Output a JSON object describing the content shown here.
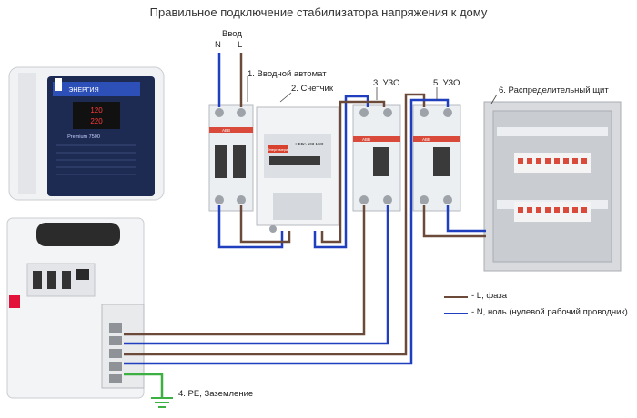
{
  "title": "Правильное подключение стабилизатора напряжения к дому",
  "input": {
    "label": "Ввод",
    "n": "N",
    "l": "L"
  },
  "labels": {
    "breaker": "1. Вводной автомат",
    "meter": "2. Счетчик",
    "rcd1": "3. УЗО",
    "ground": "4. PE, Заземление",
    "rcd2": "5. УЗО",
    "panel": "6. Распределительный щит"
  },
  "legend": [
    {
      "text": "- L, фаза",
      "color": "#6b4a3a"
    },
    {
      "text": "- N, ноль (нулевой рабочий проводник)",
      "color": "#1f3fbf"
    }
  ],
  "stabilizer_front": {
    "brand": "ЭНЕРГИЯ",
    "model": "Premium 7500",
    "reading_in": "120",
    "reading_out": "220"
  },
  "meter_display": {
    "brand": "Энергомера",
    "model": "НЕВА 103 1SO"
  },
  "device_brand": "ABB",
  "colors": {
    "phase": "#6b4a3a",
    "neutral": "#1f3fbf",
    "ground": "#3cb043"
  }
}
